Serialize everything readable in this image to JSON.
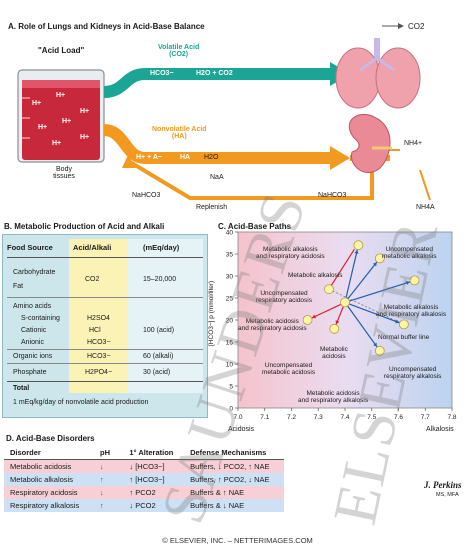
{
  "sectionA": {
    "title": "A. Role of Lungs and Kidneys in Acid-Base Balance",
    "acid_load": "\"Acid Load\"",
    "body_tissues": "Body\ntissues",
    "volatile": "Volatile Acid\n(CO2)",
    "nonvolatile": "Nonvolatile Acid\n(HA)",
    "hco3": "HCO3−",
    "h2o_co2": "H2O + CO2",
    "h_a": "H+ + A−",
    "ha": "HA",
    "h2o": "H2O",
    "naa": "NaA",
    "nahco3_mid": "NaHCO3",
    "nahco3_right": "NaHCO3",
    "replenish": "Replenish",
    "co2": "CO2",
    "nh4": "NH4+",
    "nh4a": "NH4A",
    "hplus": "H+"
  },
  "sectionB": {
    "title": "B. Metabolic Production of Acid and Alkali",
    "headers": [
      "Food Source",
      "Acid/Alkali",
      "(mEq/day)"
    ],
    "rows": [
      {
        "source": "Carbohydrate",
        "acid": "",
        "value": ""
      },
      {
        "source": "Fat",
        "acid": "CO2",
        "value": "15–20,000"
      },
      {
        "source": "Amino acids",
        "acid": "",
        "value": ""
      },
      {
        "source": "S-containing",
        "acid": "H2SO4",
        "value": ""
      },
      {
        "source": "Cationic",
        "acid": "HCl",
        "value": "100 (acid)"
      },
      {
        "source": "Anionic",
        "acid": "HCO3−",
        "value": ""
      },
      {
        "source": "Organic ions",
        "acid": "HCO3−",
        "value": "60 (alkali)"
      },
      {
        "source": "Phosphate",
        "acid": "H2PO4−",
        "value": "30 (acid)"
      }
    ],
    "total_label": "Total",
    "total_value": "",
    "footnote": "1 mEq/kg/day of nonvolatile acid production"
  },
  "sectionC": {
    "title": "C. Acid-Base Paths",
    "ylabel": "[HCO3−] p (mmol/liter)",
    "acidosis": "Acidosis",
    "alkalosis": "Alkalosis",
    "labels": [
      "Metabolic alkalosis\nand respiratory acidosis",
      "Uncompensated\nmetabolic alkalosis",
      "Metabolic alkalosis",
      "Uncompensated\nrespiratory acidosis",
      "Metabolic alkalosis\nand respiratory alkalosis",
      "Metabolic acidosis\nand respiratory acidosis",
      "Normal buffer line",
      "Metabolic\nacidosis",
      "Uncompensated\nmetabolic acidosis",
      "Uncompensated\nrespiratory alkalosis",
      "Metabolic acidosis\nand respiratory alkalosis"
    ]
  },
  "chart_data": {
    "type": "scatter",
    "title": "C. Acid-Base Paths",
    "xlabel": "",
    "ylabel": "[HCO3−] p (mmol/liter)",
    "xlim": [
      7.0,
      7.8
    ],
    "ylim": [
      0,
      40
    ],
    "x_ticks": [
      "7.0",
      "7.1",
      "7.2",
      "7.3",
      "7.4",
      "7.5",
      "7.6",
      "7.7",
      "7.8"
    ],
    "y_ticks": [
      "0",
      "5",
      "10",
      "15",
      "20",
      "25",
      "30",
      "35",
      "40"
    ],
    "points": [
      {
        "x": 7.4,
        "y": 24
      },
      {
        "x": 7.45,
        "y": 37
      },
      {
        "x": 7.53,
        "y": 34
      },
      {
        "x": 7.66,
        "y": 29
      },
      {
        "x": 7.34,
        "y": 27
      },
      {
        "x": 7.26,
        "y": 20
      },
      {
        "x": 7.36,
        "y": 18
      },
      {
        "x": 7.62,
        "y": 19
      },
      {
        "x": 7.53,
        "y": 13
      }
    ]
  },
  "sectionD": {
    "title": "D. Acid-Base Disorders",
    "headers": [
      "Disorder",
      "pH",
      "1° Alteration",
      "Defense Mechanisms"
    ],
    "rows": [
      {
        "disorder": "Metabolic acidosis",
        "ph": "↓",
        "alt": "↓ [HCO3−]",
        "def": "Buffers, ↓ PCO2, ↑ NAE"
      },
      {
        "disorder": "Metabolic alkalosis",
        "ph": "↑",
        "alt": "↑ [HCO3−]",
        "def": "Buffers, ↑ PCO2, ↓ NAE"
      },
      {
        "disorder": "Respiratory acidosis",
        "ph": "↓",
        "alt": "↑ PCO2",
        "def": "Buffers & ↑ NAE"
      },
      {
        "disorder": "Respiratory alkalosis",
        "ph": "↑",
        "alt": "↓ PCO2",
        "def": "Buffers & ↓ NAE"
      }
    ]
  },
  "signature": {
    "name": "J. Perkins",
    "credentials": "MS, MFA"
  },
  "footer": "© ELSEVIER, INC. – NETTERIMAGES.COM",
  "watermark": {
    "left": "SAUNDERS",
    "right": "ELSEVIER"
  },
  "colors": {
    "teal": "#1aa595",
    "orange": "#f29a1f",
    "red_liquid": "#c8283c",
    "lung": "#f0a2ac",
    "blue_arrow": "#1f5fae",
    "red_arrow": "#d4242f"
  }
}
